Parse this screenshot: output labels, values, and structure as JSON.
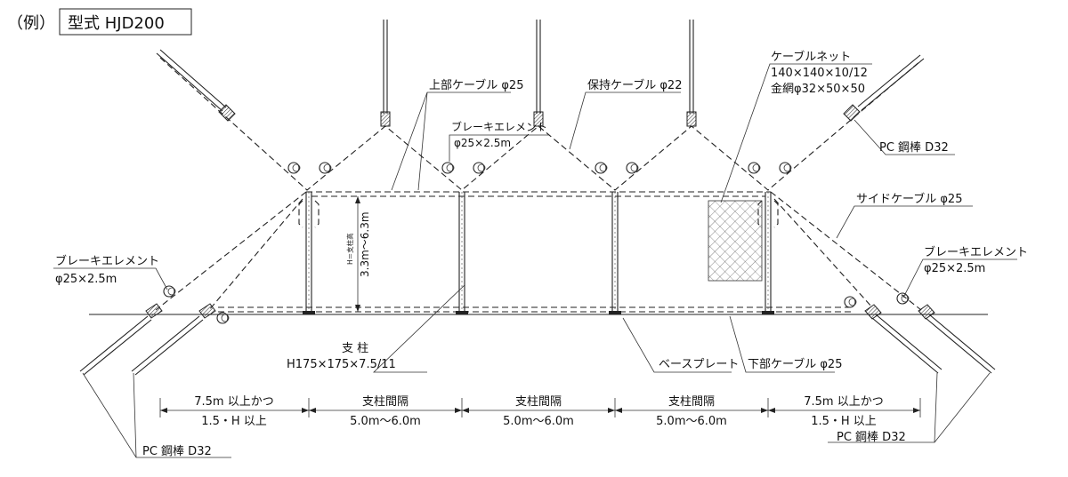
{
  "title": {
    "prefix": "（例）",
    "model": "型式 HJD200"
  },
  "labels": {
    "upper_cable": "上部ケーブル φ25",
    "holding_cable": "保持ケーブル φ22",
    "cable_net": "ケーブルネット",
    "cable_net_spec1": "140×140×10/12",
    "cable_net_spec2": "金網φ32×50×50",
    "brake_element_top": "ブレーキエレメント",
    "brake_element_top_spec": "φ25×2.5m",
    "pc_bar_top_right": "PC 鋼棒 D32",
    "side_cable": "サイドケーブル φ25",
    "brake_element_left": "ブレーキエレメント",
    "brake_element_left_spec": "φ25×2.5m",
    "brake_element_right": "ブレーキエレメント",
    "brake_element_right_spec": "φ25×2.5m",
    "height_label1": "H＝支柱高",
    "height_label2": "3.3m〜6.3m",
    "post": "支 柱",
    "post_spec": "H175×175×7.5/11",
    "base_plate": "ベースプレート",
    "lower_cable": "下部ケーブル φ25",
    "pc_bar_bottom_left": "PC 鋼棒 D32",
    "pc_bar_bottom_right": "PC 鋼棒 D32"
  },
  "dimensions": [
    {
      "line1": "7.5m 以上かつ",
      "line2": "1.5・H 以上"
    },
    {
      "line1": "支柱間隔",
      "line2": "5.0m〜6.0m"
    },
    {
      "line1": "支柱間隔",
      "line2": "5.0m〜6.0m"
    },
    {
      "line1": "支柱間隔",
      "line2": "5.0m〜6.0m"
    },
    {
      "line1": "7.5m 以上かつ",
      "line2": "1.5・H 以上"
    }
  ]
}
